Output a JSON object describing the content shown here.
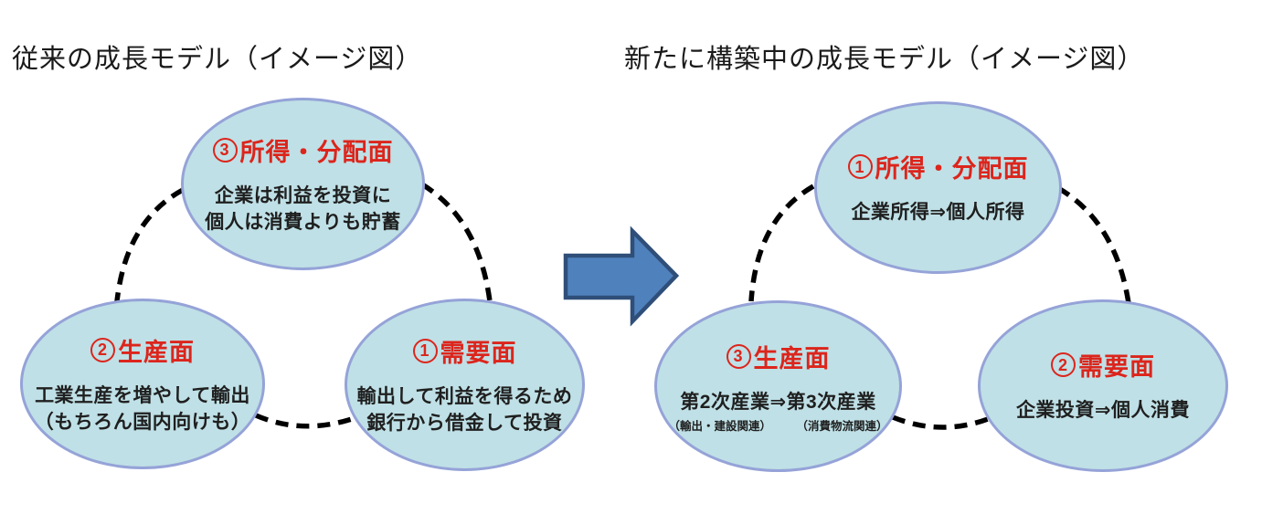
{
  "colors": {
    "ellipse_fill": "#bfe0e6",
    "ellipse_border": "#95a3d8",
    "heading_red": "#dc251c",
    "body_text": "#1f1f1f",
    "title_text": "#1a1a1a",
    "arrow_fill": "#4f81bd",
    "arrow_stroke": "#2f4f79",
    "dash": "#000000"
  },
  "icons": {
    "transition_arrow": "right-block-arrow"
  },
  "left_model": {
    "title": "従来の成長モデル（イメージ図）",
    "nodes": [
      {
        "num": "3",
        "label": "所得・分配面",
        "lines": [
          "企業は利益を投資に",
          "個人は消費よりも貯蓄"
        ]
      },
      {
        "num": "2",
        "label": "生産面",
        "lines": [
          "工業生産を増やして輸出",
          "（もちろん国内向けも）"
        ]
      },
      {
        "num": "1",
        "label": "需要面",
        "lines": [
          "輸出して利益を得るため",
          "銀行から借金して投資"
        ]
      }
    ]
  },
  "right_model": {
    "title": "新たに構築中の成長モデル（イメージ図）",
    "nodes": [
      {
        "num": "1",
        "label": "所得・分配面",
        "lines": [
          "企業所得⇒個人所得"
        ]
      },
      {
        "num": "3",
        "label": "生産面",
        "lines": [
          "第2次産業⇒第3次産業"
        ],
        "subnotes": [
          "（輸出・建設関連）",
          "（消費物流関連）"
        ]
      },
      {
        "num": "2",
        "label": "需要面",
        "lines": [
          "企業投資⇒個人消費"
        ]
      }
    ]
  }
}
